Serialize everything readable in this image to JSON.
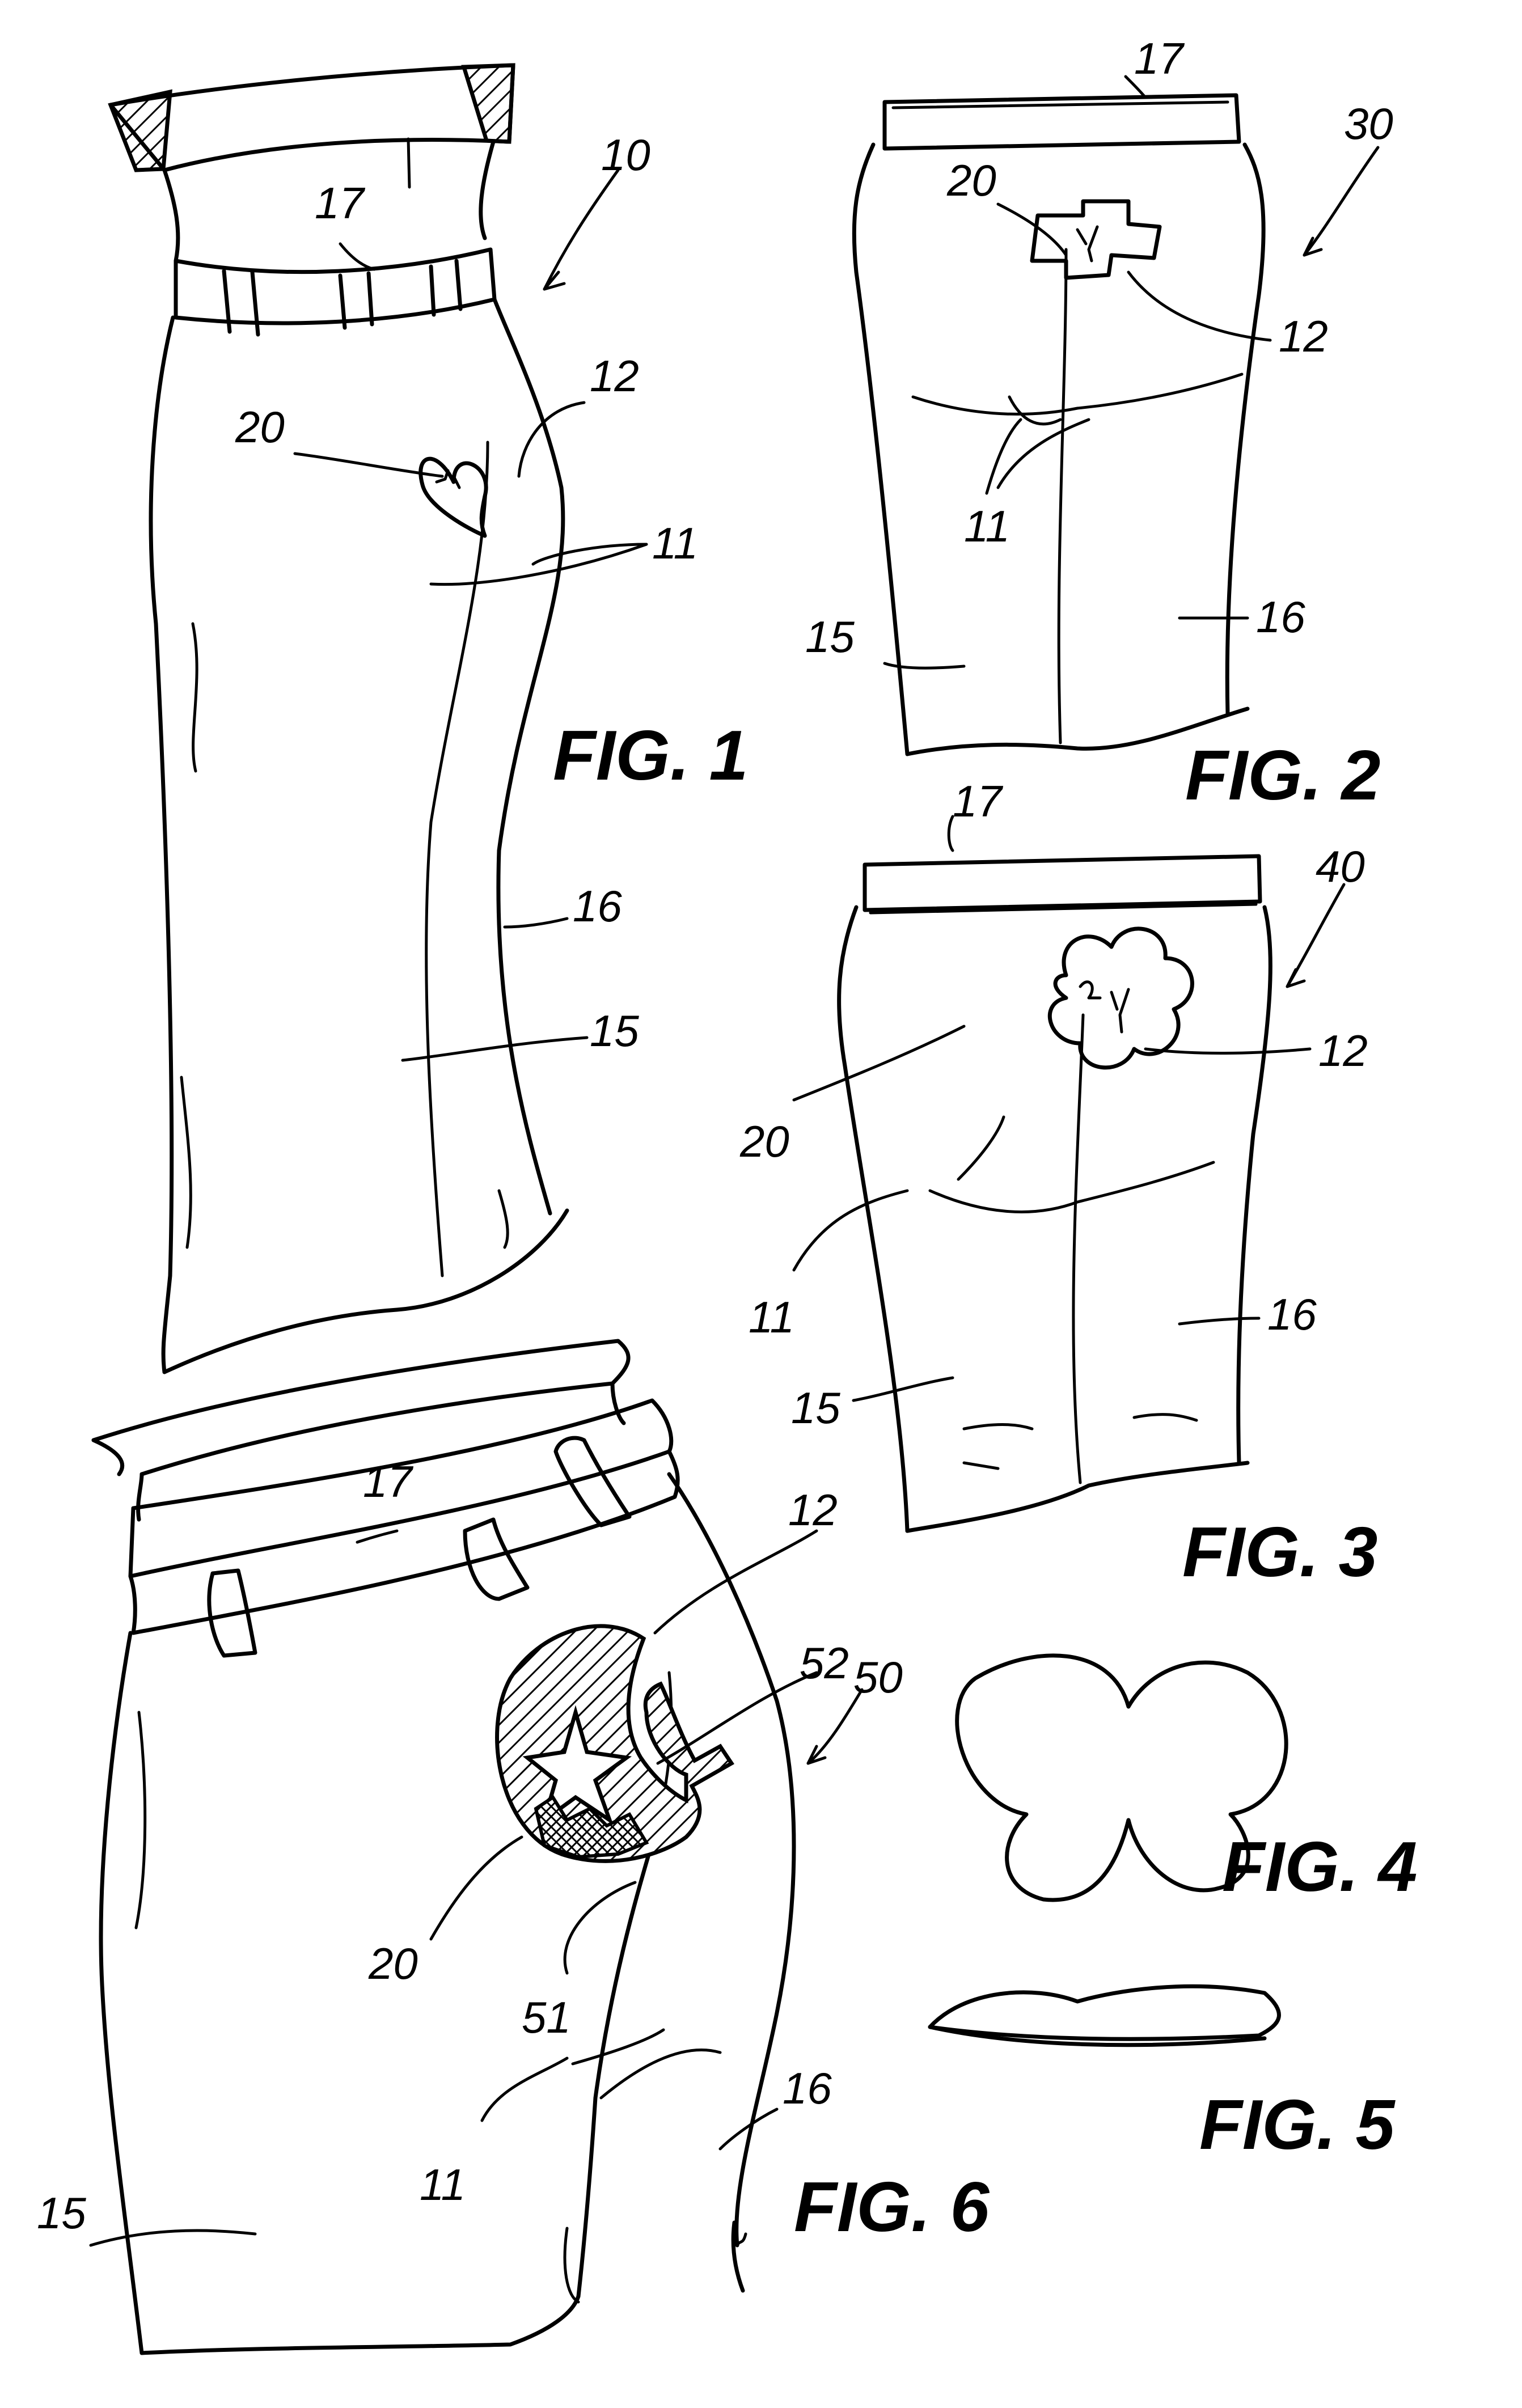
{
  "figures": {
    "fig1": {
      "caption": "FIG. 1",
      "refs": {
        "assembly": "10",
        "band": "17",
        "appliques": "12",
        "graphic": "20",
        "cheeks": "11",
        "right_leg": "16",
        "left_leg": "15"
      }
    },
    "fig2": {
      "caption": "FIG. 2",
      "refs": {
        "band": "17",
        "assembly": "30",
        "graphic": "20",
        "appliques": "12",
        "cheeks": "11",
        "right_leg": "16",
        "left_leg": "15"
      }
    },
    "fig3": {
      "caption": "FIG. 3",
      "refs": {
        "band": "17",
        "assembly": "40",
        "graphic": "20",
        "appliques": "12",
        "cheeks": "11",
        "right_leg": "16",
        "left_leg": "15"
      }
    },
    "fig4": {
      "caption": "FIG. 4"
    },
    "fig5": {
      "caption": "FIG. 5"
    },
    "fig6": {
      "caption": "FIG. 6",
      "refs": {
        "band": "17",
        "appliques": "12",
        "star": "52",
        "assembly": "50",
        "graphic": "20",
        "layer": "51",
        "cheeks": "11",
        "right_leg": "16",
        "left_leg": "15"
      }
    }
  }
}
